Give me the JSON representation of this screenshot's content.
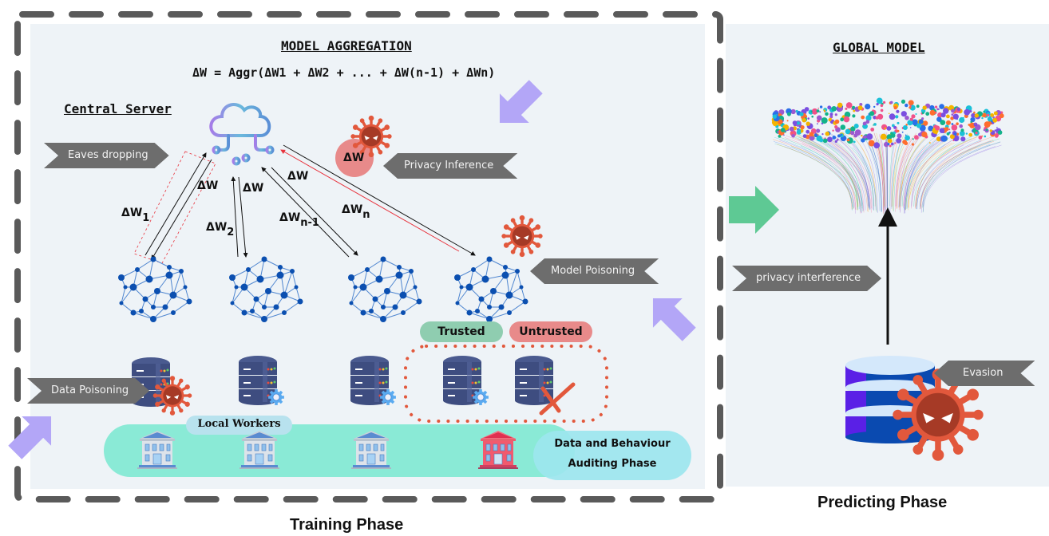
{
  "training": {
    "phase_label": "Training Phase",
    "title": "MODEL AGGREGATION",
    "formula": "ΔW = Aggr(ΔW1 + ΔW2 + ... + ΔW(n-1) + ΔWn)",
    "central_server_label": "Central Server",
    "attacks": {
      "eavesdropping": "Eaves dropping",
      "privacy_inference": "Privacy Inference",
      "model_poisoning": "Model Poisoning",
      "data_poisoning": "Data Poisoning"
    },
    "updates": {
      "dw": "ΔW",
      "dw1_base": "ΔW",
      "dw1_sub": "1",
      "dw2_base": "ΔW",
      "dw2_sub": "2",
      "dwn1_base": "ΔW",
      "dwn1_sub": "n-1",
      "dwn_base": "ΔW",
      "dwn_sub": "n",
      "intercepted": "ΔW"
    },
    "trusted_label": "Trusted",
    "untrusted_label": "Untrusted",
    "local_workers_label": "Local Workers",
    "auditing_line1": "Data and Behaviour",
    "auditing_line2": "Auditing Phase"
  },
  "predicting": {
    "phase_label": "Predicting Phase",
    "title": "GLOBAL MODEL",
    "attacks": {
      "privacy_interference": "privacy interference",
      "evasion": "Evasion"
    }
  },
  "colors": {
    "panel_bg": "#eef3f7",
    "tag_gray": "#6d6d6d",
    "dashed_border": "#5a5a5a",
    "teal_band": "#8aead6",
    "auditing_band": "#9ce6ee",
    "trusted": "#8fcdb0",
    "untrusted": "#e88a8a",
    "virus": "#e2583c",
    "virus_core": "#a63a26",
    "network_blue": "#0b4fb0",
    "purple_arrow": "#b3a6f7",
    "green_arrow": "#5ec994",
    "red_line": "#e8323c"
  }
}
